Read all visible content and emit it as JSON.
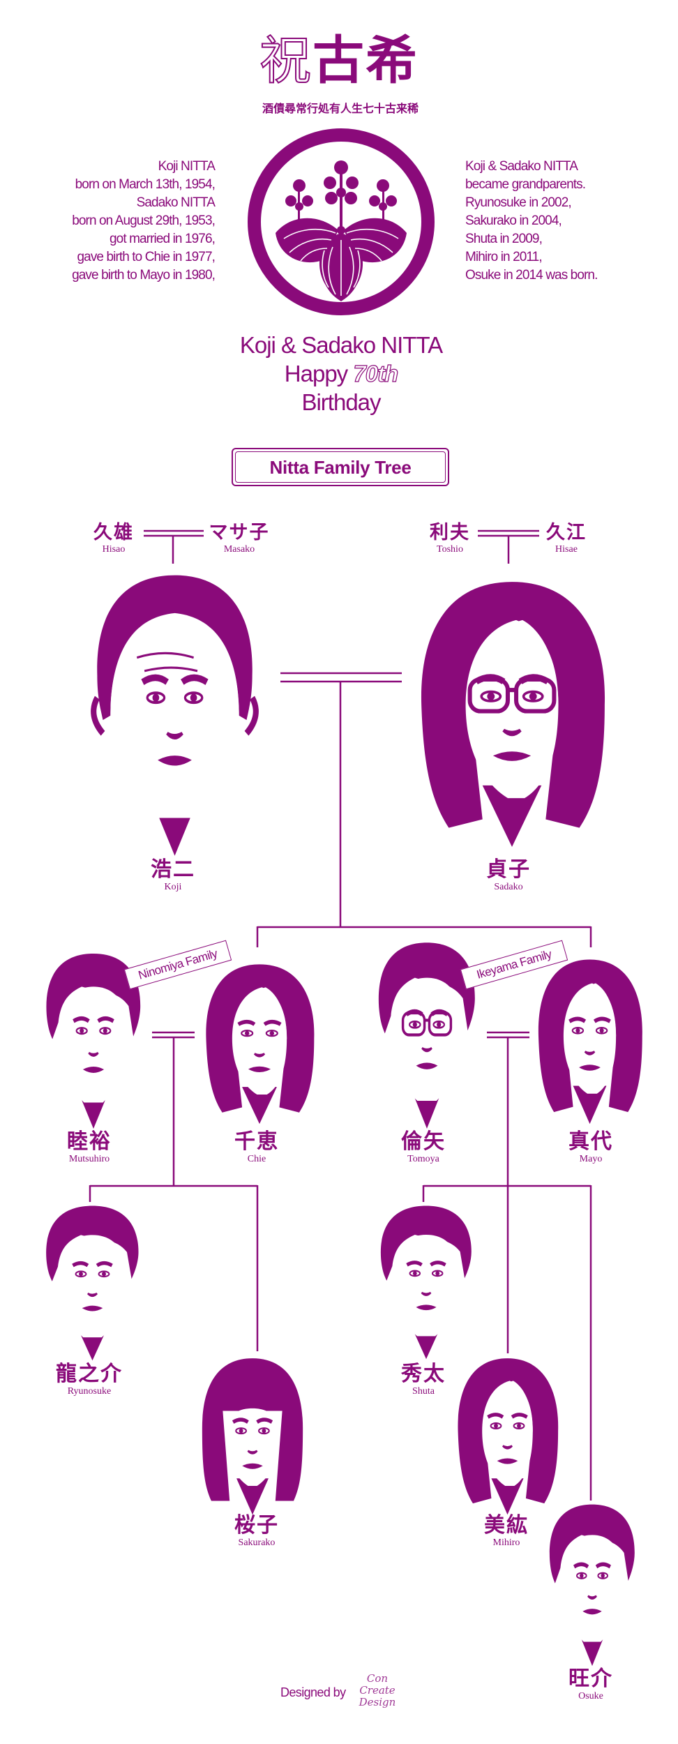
{
  "colors": {
    "accent": "#8a0a7a"
  },
  "header": {
    "title_outline": "祝",
    "title_solid": "古希",
    "poem": "酒債尋常行処有人生七十古来稀"
  },
  "bio_left": [
    "Koji NITTA",
    "born on March 13th, 1954,",
    "Sadako NITTA",
    "born on August 29th, 1953,",
    "got married in 1976,",
    "gave birth to Chie in 1977,",
    "gave birth to Mayo in 1980,"
  ],
  "bio_right": [
    "Koji & Sadako NITTA",
    "became grandparents.",
    "Ryunosuke in 2002,",
    "Sakurako in 2004,",
    "Shuta in 2009,",
    "Mihiro in 2011,",
    "Osuke in 2014 was born."
  ],
  "crest": {
    "icon": "paulownia-crest-icon"
  },
  "celebration": {
    "names": "Koji & Sadako NITTA",
    "happy": "Happy",
    "ordinal": "70th",
    "birthday": "Birthday"
  },
  "tree_title": "Nitta Family Tree",
  "people": {
    "hisao": {
      "kanji": "久雄",
      "romaji": "Hisao"
    },
    "masako": {
      "kanji": "マサ子",
      "romaji": "Masako"
    },
    "toshio": {
      "kanji": "利夫",
      "romaji": "Toshio"
    },
    "hisae": {
      "kanji": "久江",
      "romaji": "Hisae"
    },
    "koji": {
      "kanji": "浩二",
      "romaji": "Koji"
    },
    "sadako": {
      "kanji": "貞子",
      "romaji": "Sadako"
    },
    "mutsuhiro": {
      "kanji": "睦裕",
      "romaji": "Mutsuhiro"
    },
    "chie": {
      "kanji": "千恵",
      "romaji": "Chie"
    },
    "tomoya": {
      "kanji": "倫矢",
      "romaji": "Tomoya"
    },
    "mayo": {
      "kanji": "真代",
      "romaji": "Mayo"
    },
    "ryunosuke": {
      "kanji": "龍之介",
      "romaji": "Ryunosuke"
    },
    "sakurako": {
      "kanji": "桜子",
      "romaji": "Sakurako"
    },
    "shuta": {
      "kanji": "秀太",
      "romaji": "Shuta"
    },
    "mihiro": {
      "kanji": "美紘",
      "romaji": "Mihiro"
    },
    "osuke": {
      "kanji": "旺介",
      "romaji": "Osuke"
    }
  },
  "family_labels": {
    "ninomiya": "Ninomiya Family",
    "ikeyama": "Ikeyama Family"
  },
  "footer": {
    "designed_by": "Designed by",
    "logo_text": [
      "Con",
      "Create",
      "Design"
    ]
  }
}
